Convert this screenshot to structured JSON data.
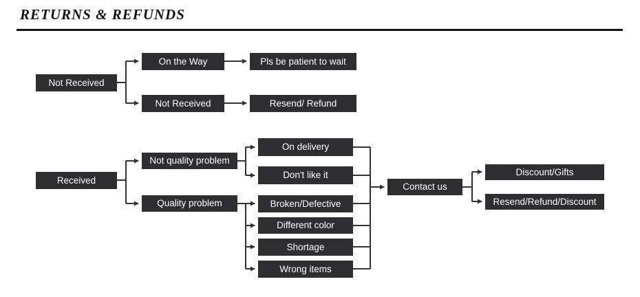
{
  "page": {
    "title": "RETURNS & REFUNDS"
  },
  "colors": {
    "box_bg": "#2e2e30",
    "box_text": "#ffffff",
    "connector": "#333333",
    "title_text": "#111111",
    "rule": "#111111",
    "background": "#ffffff"
  },
  "flowchart": {
    "not_received_flow": {
      "root": "Not Received",
      "branches": [
        {
          "status": "On the Way",
          "action": "Pls be patient to wait"
        },
        {
          "status": "Not Received",
          "action": "Resend/ Refund"
        }
      ]
    },
    "received_flow": {
      "root": "Received",
      "branches": [
        {
          "category": "Not quality problem",
          "reasons": [
            "On delivery",
            "Don't like it"
          ]
        },
        {
          "category": "Quality problem",
          "reasons": [
            "Broken/Defective",
            "Different color",
            "Shortage",
            "Wrong items"
          ]
        }
      ],
      "contact": "Contact us",
      "outcomes": [
        "Discount/Gifts",
        "Resend/Refund/Discount"
      ]
    }
  }
}
